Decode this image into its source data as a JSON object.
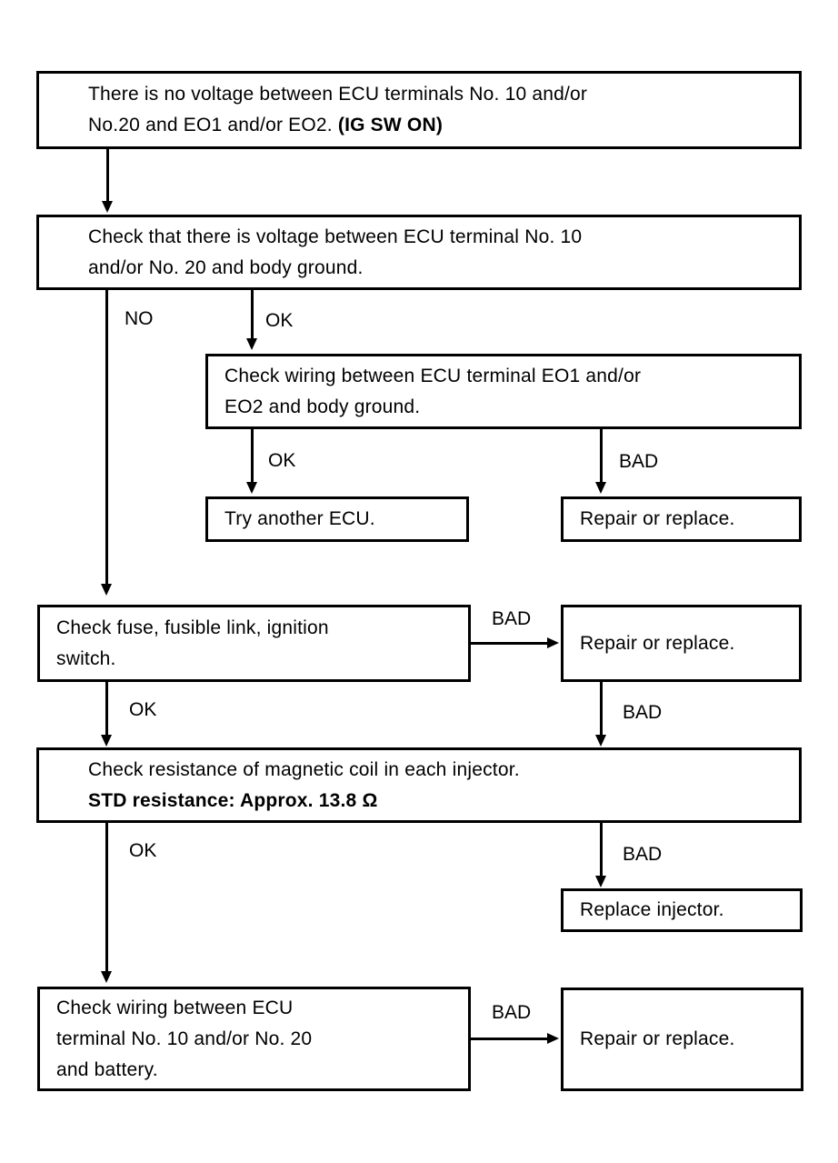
{
  "diagram": {
    "title": "ECU terminal voltage troubleshooting flowchart",
    "ink_color": "#000000",
    "background_color": "#ffffff",
    "nodes": [
      {
        "id": "symptom",
        "name": "no-voltage-symptom-box",
        "lines": [
          {
            "text": "There is no voltage between ECU terminals No. 10 and/or",
            "bold": false
          },
          {
            "text": "No.20 and EO1 and/or EO2. ",
            "bold": false,
            "tail": "(IG SW ON)",
            "tail_bold": true
          }
        ]
      },
      {
        "id": "check-terminal-voltage",
        "name": "check-terminal-voltage-box",
        "lines": [
          {
            "text": "Check that there is voltage between ECU terminal No. 10",
            "bold": false
          },
          {
            "text": "and/or No. 20 and body ground.",
            "bold": false
          }
        ]
      },
      {
        "id": "check-wiring-ground",
        "name": "check-wiring-ground-box",
        "lines": [
          {
            "text": "Check wiring between ECU terminal EO1 and/or",
            "bold": false
          },
          {
            "text": "EO2 and body ground.",
            "bold": false
          }
        ]
      },
      {
        "id": "try-another-ecu",
        "name": "try-another-ecu-box",
        "lines": [
          {
            "text": "Try another ECU.",
            "bold": false
          }
        ]
      },
      {
        "id": "repair-replace-1",
        "name": "repair-or-replace-box-ground",
        "lines": [
          {
            "text": "Repair or replace.",
            "bold": false
          }
        ]
      },
      {
        "id": "check-fuse",
        "name": "check-fuse-box",
        "lines": [
          {
            "text": "Check fuse, fusible link, ignition",
            "bold": false
          },
          {
            "text": "switch.",
            "bold": false
          }
        ]
      },
      {
        "id": "repair-replace-2",
        "name": "repair-or-replace-box-fuse",
        "lines": [
          {
            "text": "Repair or replace.",
            "bold": false
          }
        ]
      },
      {
        "id": "check-resistance",
        "name": "check-resistance-box",
        "lines": [
          {
            "text": "Check resistance of magnetic coil in each injector.",
            "bold": false
          },
          {
            "text": "STD resistance:   Approx. 13.8 Ω",
            "bold": true
          }
        ]
      },
      {
        "id": "replace-injector",
        "name": "replace-injector-box",
        "lines": [
          {
            "text": "Replace injector.",
            "bold": false
          }
        ]
      },
      {
        "id": "check-wiring-battery",
        "name": "check-wiring-battery-box",
        "lines": [
          {
            "text": "Check wiring between ECU",
            "bold": false
          },
          {
            "text": "terminal No. 10 and/or No. 20",
            "bold": false
          },
          {
            "text": "and battery.",
            "bold": false
          }
        ]
      },
      {
        "id": "repair-replace-3",
        "name": "repair-or-replace-box-battery",
        "lines": [
          {
            "text": "Repair or replace.",
            "bold": false
          }
        ]
      }
    ],
    "edges": [
      {
        "id": "e1",
        "from": "symptom",
        "to": "check-terminal-voltage",
        "label": ""
      },
      {
        "id": "e2",
        "from": "check-terminal-voltage",
        "to": "check-fuse",
        "label": "NO"
      },
      {
        "id": "e3",
        "from": "check-terminal-voltage",
        "to": "check-wiring-ground",
        "label": "OK"
      },
      {
        "id": "e4",
        "from": "check-wiring-ground",
        "to": "try-another-ecu",
        "label": "OK"
      },
      {
        "id": "e5",
        "from": "check-wiring-ground",
        "to": "repair-replace-1",
        "label": "BAD"
      },
      {
        "id": "e6",
        "from": "check-fuse",
        "to": "repair-replace-2",
        "label": "BAD"
      },
      {
        "id": "e7",
        "from": "check-fuse",
        "to": "check-resistance",
        "label": "OK"
      },
      {
        "id": "e8",
        "from": "repair-replace-2",
        "to": "check-resistance",
        "label": "BAD"
      },
      {
        "id": "e9",
        "from": "check-resistance",
        "to": "replace-injector",
        "label": "BAD"
      },
      {
        "id": "e10",
        "from": "check-resistance",
        "to": "check-wiring-battery",
        "label": "OK"
      },
      {
        "id": "e11",
        "from": "check-wiring-battery",
        "to": "repair-replace-3",
        "label": "BAD"
      }
    ],
    "labels": {
      "no": "NO",
      "ok": "OK",
      "bad": "BAD"
    }
  }
}
